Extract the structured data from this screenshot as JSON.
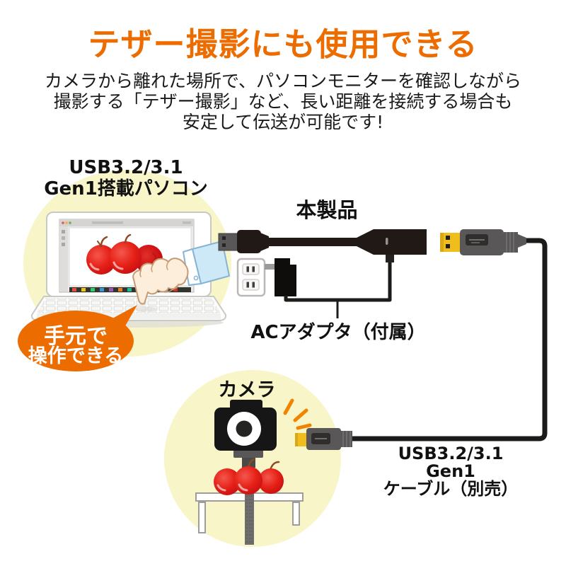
{
  "page": {
    "title": "テザー撮影にも使用できる",
    "description_line1": "カメラから離れた場所で、パソコンモニターを確認しながら",
    "description_line2": "撮影する「テザー撮影」など、長い距離を接続する場合も",
    "description_line3": "安定して伝送が可能です!"
  },
  "pc": {
    "label_line1": "USB3.2/3.1",
    "label_line2": "Gen1搭載パソコン",
    "bubble_line1": "手元で",
    "bubble_line2": "操作できる"
  },
  "product": {
    "label": "本製品"
  },
  "ac_adapter": {
    "label": "ACアダプタ（付属）"
  },
  "camera": {
    "label": "カメラ"
  },
  "usb_cable": {
    "label_line1": "USB3.2/3.1",
    "label_line2": "Gen1",
    "label_line3": "ケーブル（別売）"
  },
  "colors": {
    "accent_orange": "#ED6C00",
    "flash_orange": "#F08300",
    "pale_yellow": "#F8F5C9",
    "cable_black": "#211915",
    "connector_gray": "#595757",
    "usb_plug_yellow": "#EFBE1D",
    "apple_red": "#E52017",
    "sleeve_blue": "#CDE9F8",
    "hand_skin": "#FDEEDC"
  }
}
